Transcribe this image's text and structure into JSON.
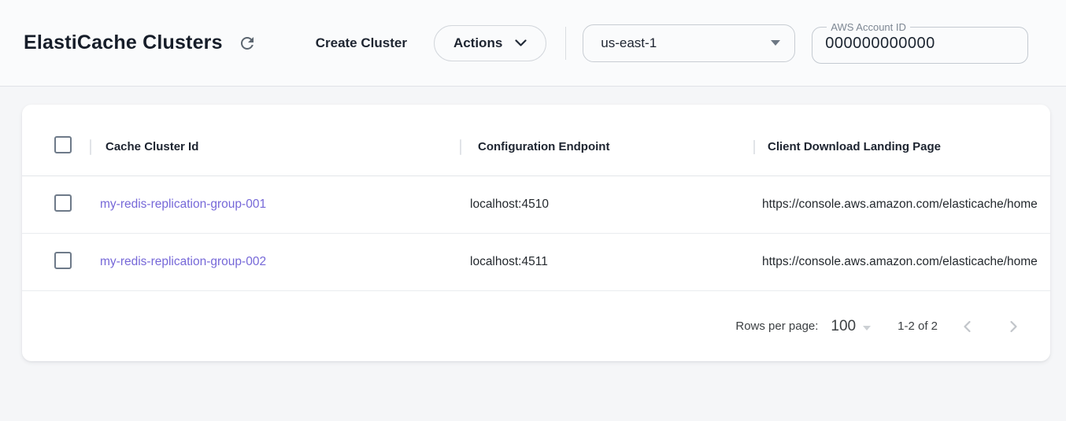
{
  "header": {
    "title": "ElastiCache Clusters",
    "create_cluster_label": "Create Cluster",
    "actions_label": "Actions",
    "region": {
      "selected": "us-east-1"
    },
    "account": {
      "label": "AWS Account ID",
      "value": "000000000000"
    }
  },
  "table": {
    "columns": [
      "Cache Cluster Id",
      "Configuration Endpoint",
      "Client Download Landing Page"
    ],
    "rows": [
      {
        "cache_cluster_id": "my-redis-replication-group-001",
        "configuration_endpoint": "localhost:4510",
        "client_download_landing_page": "https://console.aws.amazon.com/elasticache/home"
      },
      {
        "cache_cluster_id": "my-redis-replication-group-002",
        "configuration_endpoint": "localhost:4511",
        "client_download_landing_page": "https://console.aws.amazon.com/elasticache/home"
      }
    ],
    "pagination": {
      "rows_per_page_label": "Rows per page:",
      "rows_per_page_value": "100",
      "range_label": "1-2 of 2"
    }
  },
  "icons": {
    "refresh_icon": "circular-arrow",
    "chevron_down_icon": "v",
    "dropdown_caret_icon": "filled-triangle-down",
    "prev_page_icon": "chevron-left",
    "next_page_icon": "chevron-right"
  },
  "colors": {
    "link": "#7668d8",
    "checkbox_border": "#6e7a89",
    "topbar_bg": "#fafbfc",
    "page_bg": "#f5f6f8",
    "card_bg": "#ffffff"
  }
}
